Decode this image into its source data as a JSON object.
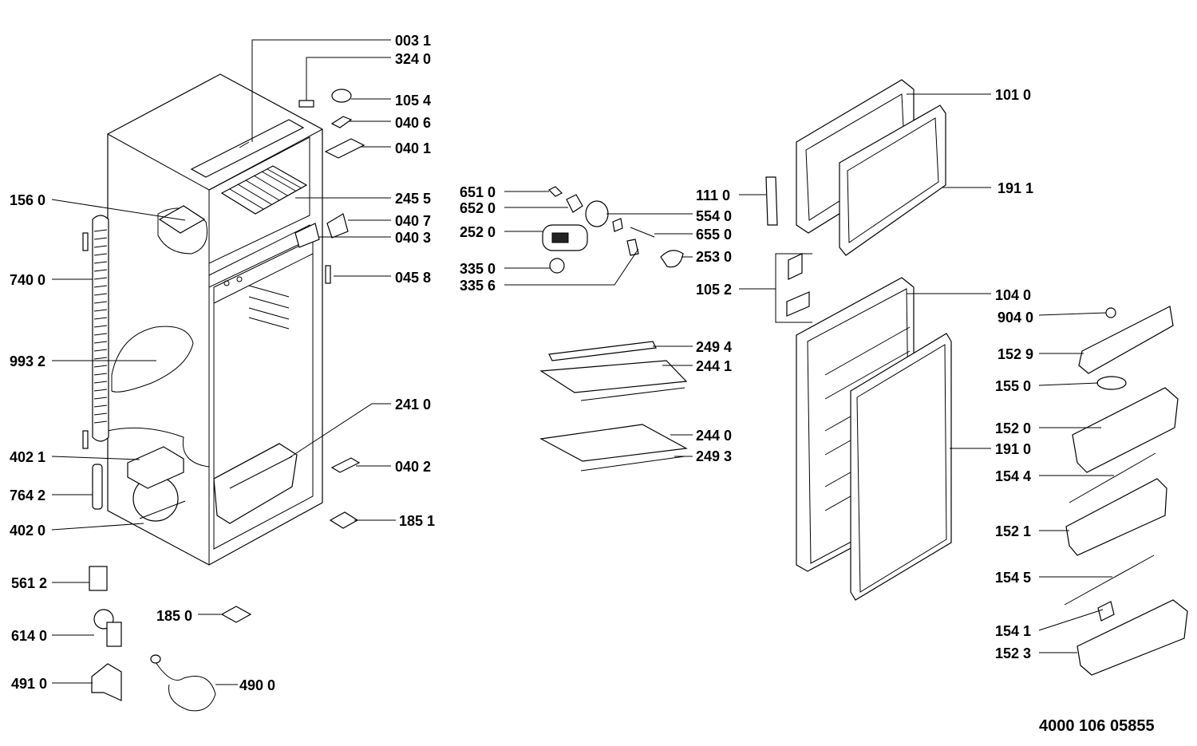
{
  "drawing_code": "4000 106 05855",
  "labels": {
    "p0031": "003 1",
    "p3240": "324 0",
    "p1054": "105 4",
    "p0406": "040 6",
    "p0401": "040 1",
    "p1560": "156 0",
    "p2455": "245 5",
    "p0407": "040 7",
    "p0403": "040 3",
    "p0458": "045 8",
    "p7400": "740 0",
    "p9932": "993 2",
    "p2410": "241 0",
    "p4021": "402 1",
    "p0402": "040 2",
    "p7642": "764 2",
    "p4020": "402 0",
    "p1851": "185 1",
    "p5612": "561 2",
    "p1850": "185 0",
    "p6140": "614 0",
    "p4910": "491 0",
    "p4900": "490 0",
    "p6510": "651 0",
    "p6520": "652 0",
    "p2520": "252 0",
    "p3350": "335 0",
    "p3356": "335 6",
    "p1110": "111 0",
    "p5540": "554 0",
    "p6550": "655 0",
    "p2530": "253 0",
    "p1052": "105 2",
    "p2494": "249 4",
    "p2441": "244 1",
    "p2440": "244 0",
    "p2493": "249 3",
    "p1010": "101 0",
    "p1911": "191 1",
    "p1040": "104 0",
    "p9040": "904 0",
    "p1529": "152 9",
    "p1550": "155 0",
    "p1520": "152 0",
    "p1910": "191 0",
    "p1544": "154 4",
    "p1521": "152 1",
    "p1545": "154 5",
    "p1541": "154 1",
    "p1523": "152 3"
  }
}
